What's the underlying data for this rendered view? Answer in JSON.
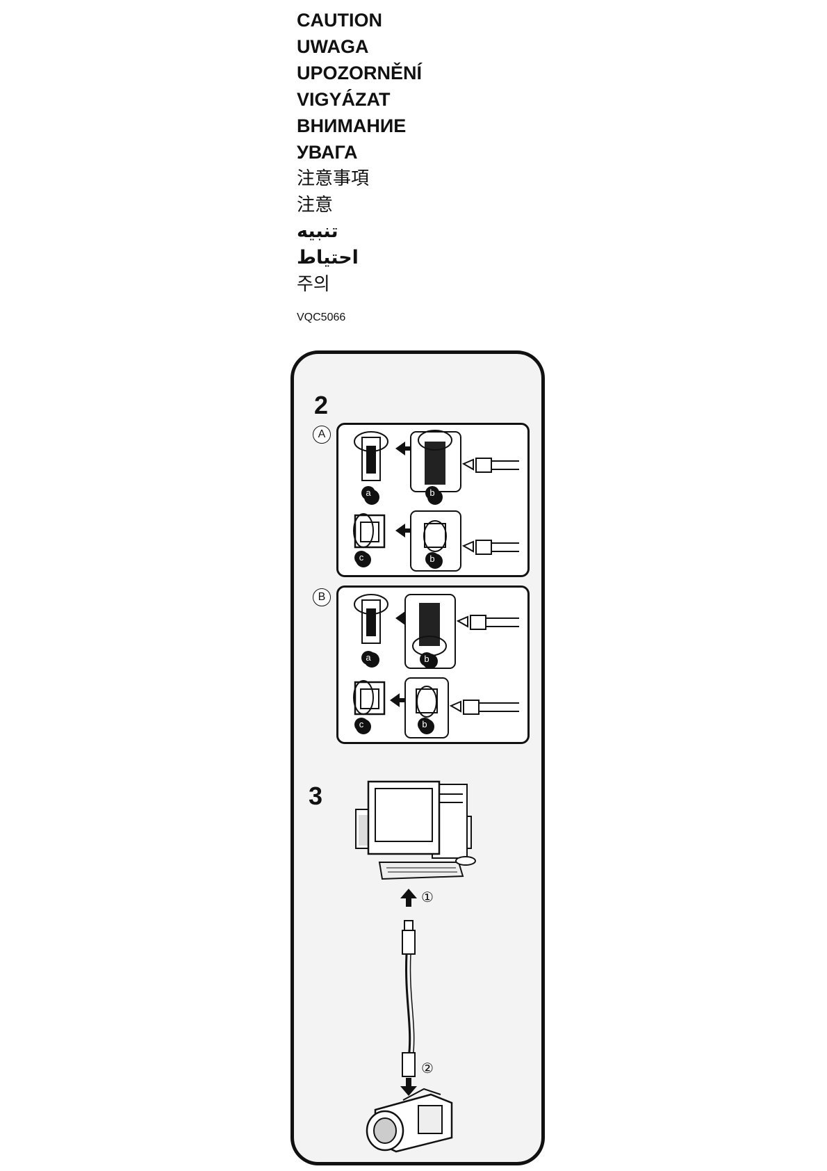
{
  "caution_words": [
    "CAUTION",
    "UWAGA",
    "UPOZORNĚNÍ",
    "VIGYÁZAT",
    "ВНИМАНИЕ",
    "УВАГА",
    "注意事項",
    "注意",
    "تنبيه",
    "احتياط",
    "주의"
  ],
  "document_code": "VQC5066",
  "steps": {
    "step2": {
      "number": "2",
      "variant_a": "A",
      "variant_b": "B",
      "port_labels": {
        "a": "a",
        "b": "b",
        "c": "c"
      }
    },
    "step3": {
      "number": "3",
      "arrow1_label": "①",
      "arrow2_label": "②"
    }
  },
  "icons": [
    "pc-icon",
    "usb-cable-icon",
    "camcorder-icon",
    "arrow-up-icon",
    "arrow-down-icon",
    "arrow-left-icon"
  ],
  "colors": {
    "ink": "#111111",
    "panel_bg": "#f3f3f3"
  }
}
